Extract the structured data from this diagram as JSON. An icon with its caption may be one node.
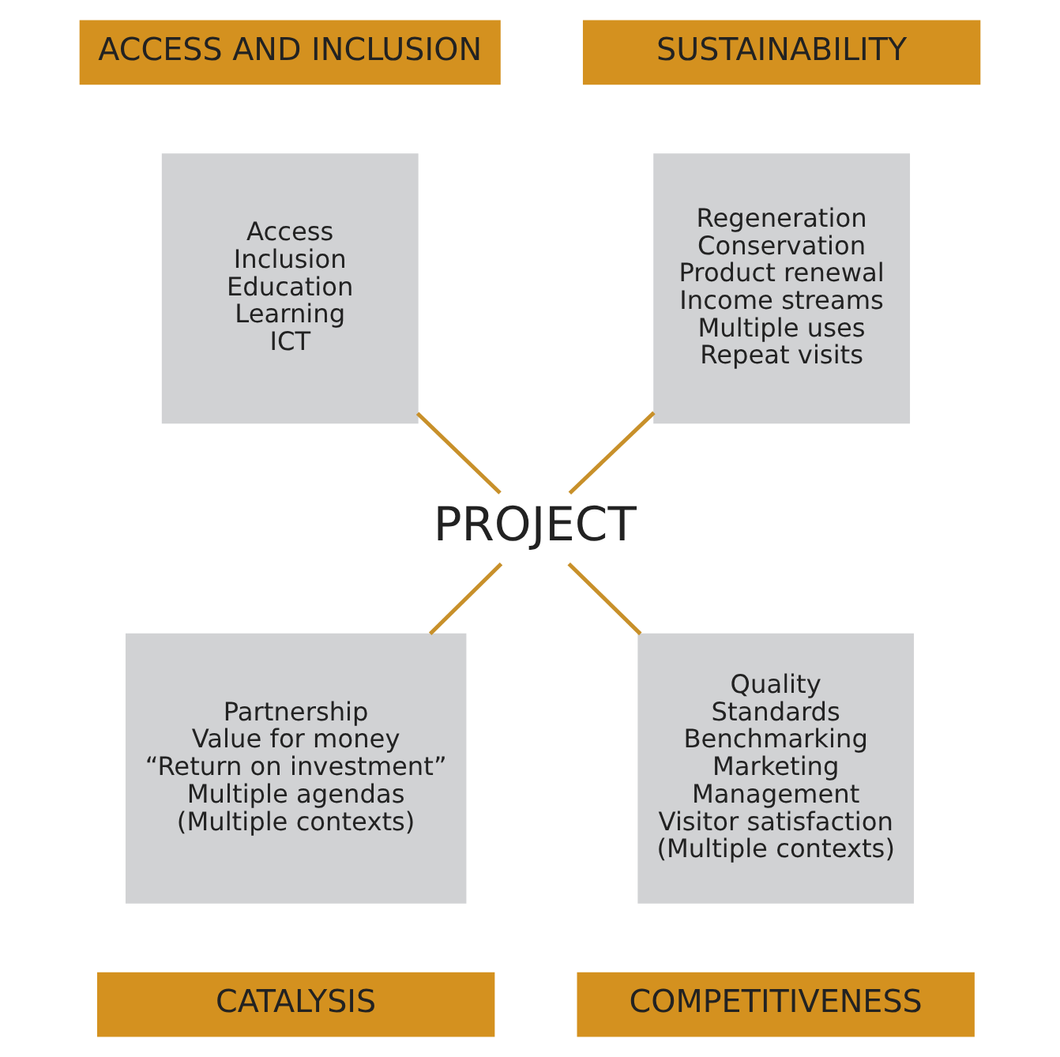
{
  "diagram": {
    "nodes": [
      {
        "text": [
          "ACCESS AND INCLUSION"
        ]
      },
      {
        "text": [
          "Access",
          "Inclusion",
          "Education",
          "Learning",
          "ICT"
        ]
      },
      {
        "text": [
          "SUSTAINABILITY"
        ]
      },
      {
        "text": [
          "Regeneration",
          "Conservation",
          "Product renewal",
          "Income streams",
          "Multiple uses",
          "Repeat visits"
        ]
      },
      {
        "text": [
          "PROJECT"
        ]
      },
      {
        "text": [
          "Partnership",
          "Value for money",
          "“Return on investment”",
          "Multiple agendas",
          "(Multiple contexts)"
        ]
      },
      {
        "text": [
          "CATALYSIS"
        ]
      },
      {
        "text": [
          "Quality",
          "Standards",
          "Benchmarking",
          "Marketing",
          "Management",
          "Visitor satisfaction",
          "(Multiple contexts)"
        ]
      },
      {
        "text": [
          "COMPETITIVENESS"
        ]
      }
    ],
    "edges": [
      {
        "from": 1,
        "to": 4,
        "arrow": "none"
      },
      {
        "from": 3,
        "to": 4,
        "arrow": "none"
      },
      {
        "from": 4,
        "to": 5,
        "arrow": "none"
      },
      {
        "from": 4,
        "to": 7,
        "arrow": "none"
      }
    ]
  }
}
